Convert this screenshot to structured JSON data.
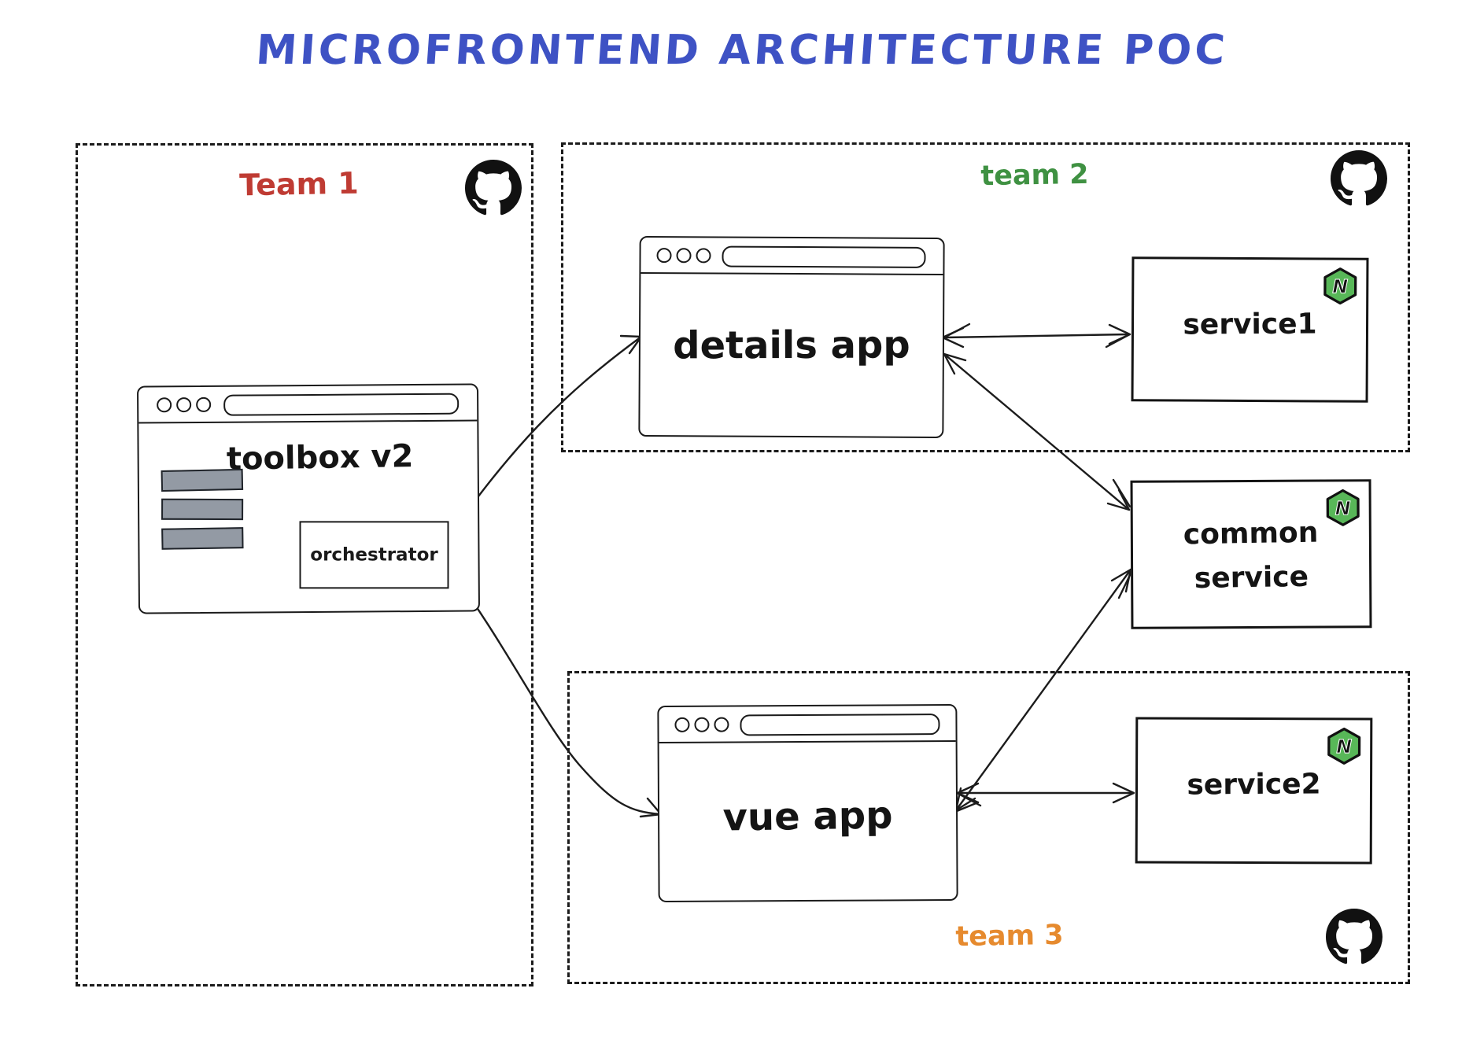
{
  "title": "MICROFRONTEND ARCHITECTURE POC",
  "colors": {
    "title_blue": "#3e52c4",
    "team1_red": "#bf3b33",
    "team2_green": "#3f9142",
    "team3_orange": "#e68a2e",
    "nest_green": "#58b758",
    "bar_gray": "#939aa4",
    "stroke_black": "#1b1b1b"
  },
  "icons": {
    "github": "github-icon",
    "nestjs": "nestjs-icon",
    "nest_letter": "N"
  },
  "team1": {
    "label": "Team 1",
    "toolbox": {
      "title": "toolbox v2",
      "orchestrator_label": "orchestrator"
    }
  },
  "team2": {
    "label": "team 2",
    "app_title": "details app",
    "service_label": "service1"
  },
  "team3": {
    "label": "team 3",
    "app_title": "vue app",
    "service_label": "service2"
  },
  "common_service": {
    "line1": "common",
    "line2": "service"
  }
}
